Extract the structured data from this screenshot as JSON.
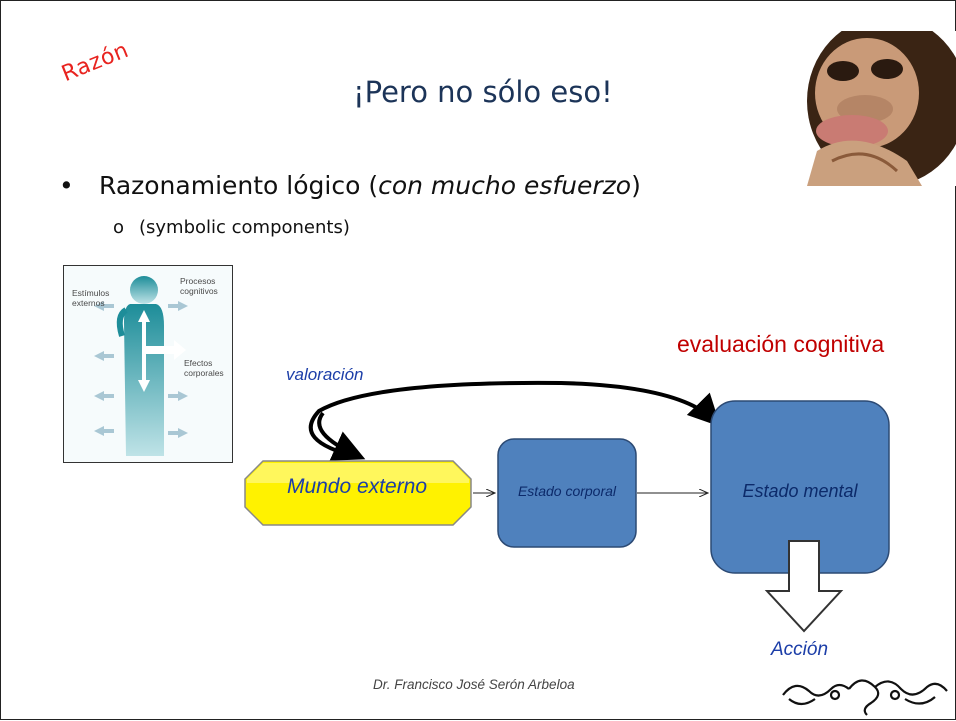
{
  "slide": {
    "corner_label": "Razón",
    "title": "¡Pero no sólo eso!",
    "bullet": {
      "text_plain": "Razonamiento lógico (",
      "text_italic": "con mucho esfuerzo",
      "text_close": ")"
    },
    "sub_bullet": "(symbolic components)",
    "footer": "Dr. Francisco José Serón Arbeloa"
  },
  "figure": {
    "labels": {
      "stimuli": "Estímulos externos",
      "processes": "Procesos cognitivos",
      "effects": "Efectos corporales"
    }
  },
  "diagram": {
    "eval_label": "evaluación cognitiva",
    "valor_label": "valoración",
    "nodes": {
      "mundo": "Mundo externo",
      "corporal": "Estado corporal",
      "mental": "Estado mental"
    },
    "action_label": "Acción"
  },
  "colors": {
    "title": "#1c3458",
    "corner_label": "#e8231f",
    "eval_label": "#c00000",
    "node_fill": "#4f81bd",
    "mundo_fill": "#ffff00",
    "accent_text": "#1c3ea8"
  }
}
